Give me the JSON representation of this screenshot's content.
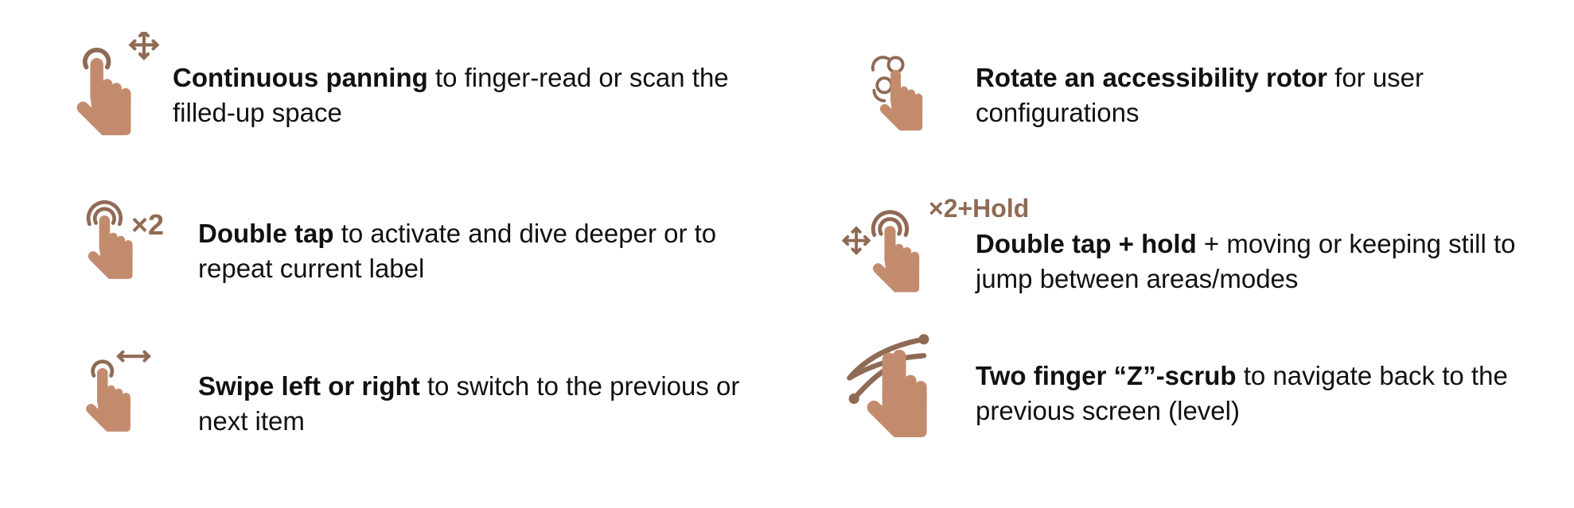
{
  "colors": {
    "hand": "#C38B6E",
    "accent": "#8F6A55"
  },
  "gestures": [
    {
      "icon": "panning-hand-icon",
      "bold": "Continuous panning",
      "rest": " to finger-read or scan the filled-up space"
    },
    {
      "icon": "double-tap-hand-icon",
      "badge": "×2",
      "bold": "Double tap",
      "rest": " to activate and dive deeper or to repeat current label"
    },
    {
      "icon": "swipe-hand-icon",
      "bold": "Swipe left or right",
      "rest": " to switch to the previous or next item"
    },
    {
      "icon": "rotor-hand-icon",
      "bold": "Rotate an accessibility rotor",
      "rest": " for user configurations"
    },
    {
      "icon": "double-tap-hold-hand-icon",
      "badge": "×2+Hold",
      "bold": "Double tap + hold",
      "rest": " + moving or keeping still to jump between areas/modes"
    },
    {
      "icon": "z-scrub-hand-icon",
      "bold": "Two finger “Z”-scrub",
      "rest": " to navigate back to the previous screen (level)"
    }
  ]
}
